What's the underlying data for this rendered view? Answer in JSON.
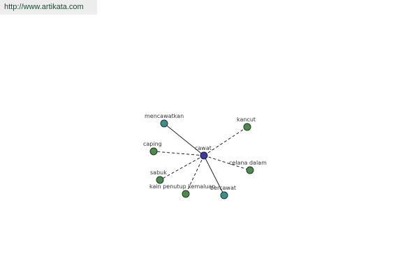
{
  "header": {
    "url": "http://www.artikata.com"
  },
  "graph": {
    "center": {
      "label": "cawat",
      "color": "#3a3aa0"
    },
    "nodes": [
      {
        "id": "mencawatkan",
        "label": "mencawatkan",
        "color": "#3a9090",
        "edge": "solid"
      },
      {
        "id": "kancut",
        "label": "kancut",
        "color": "#4a8a4a",
        "edge": "dashed"
      },
      {
        "id": "caping",
        "label": "caping",
        "color": "#4a8a4a",
        "edge": "dashed"
      },
      {
        "id": "celana-dalam",
        "label": "celana dalam",
        "color": "#4a8a4a",
        "edge": "dashed"
      },
      {
        "id": "sabuk",
        "label": "sabuk",
        "color": "#4a8a4a",
        "edge": "dashed"
      },
      {
        "id": "kain-penutup-kemaluan",
        "label": "kain penutup kemaluan",
        "color": "#4a8a4a",
        "edge": "dashed"
      },
      {
        "id": "bercawat",
        "label": "bercawat",
        "color": "#3a9090",
        "edge": "solid"
      }
    ]
  }
}
